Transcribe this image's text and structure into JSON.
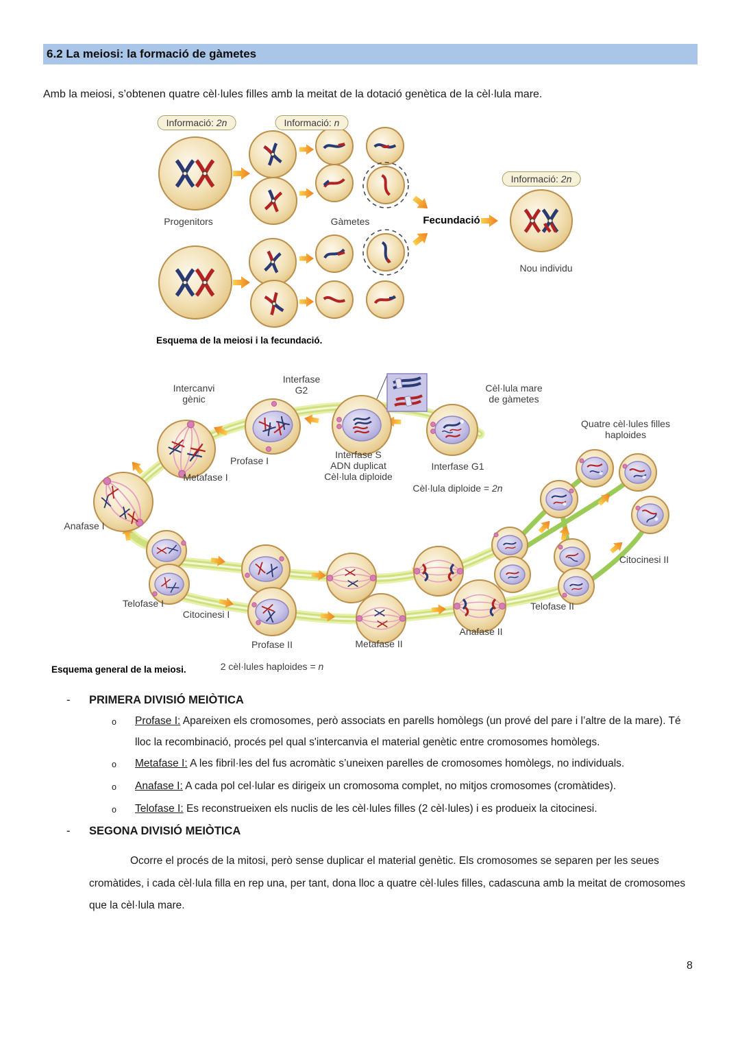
{
  "page": {
    "header_title": "6.2 La meiosi: la formació de gàmetes",
    "intro": "Amb la meiosi, s’obtenen quatre cèl·lules filles amb la meitat de la dotació genètica de la cèl·lula mare.",
    "page_number": "8"
  },
  "figure_meiosi_fecundacio": {
    "badge_progenitors": {
      "prefix": "Informació: ",
      "value": "2n"
    },
    "badge_gametes": {
      "prefix": "Informació: ",
      "value": "n"
    },
    "badge_nou_individu": {
      "prefix": "Informació: ",
      "value": "2n"
    },
    "label_progenitors": "Progenitors",
    "label_gametes": "Gàmetes",
    "label_fecundacio": "Fecundació",
    "label_nou_individu": "Nou individu",
    "caption": "Esquema de la meiosi i la fecundació."
  },
  "figure_meiosi_general": {
    "labels": {
      "intercanvi_genic": "Intercanvi\ngènic",
      "interfase_g2": "Interfase\nG2",
      "cellula_mare": "Cèl·lula mare\nde gàmetes",
      "quatre_filles": "Quatre cèl·lules filles\nhaploides",
      "profase_i": "Profase I",
      "metafase_i": "Metafase I",
      "interfase_s": "Interfase S\nADN duplicat\nCèl·lula diploide",
      "interfase_g1_line1": "Interfase G1",
      "interfase_g1_line2_prefix": "Cèl·lula diploide = ",
      "interfase_g1_line2_value": "2n",
      "anafase_i": "Anafase I",
      "telofase_i": "Telofase I",
      "citocinesi_i": "Citocinesi I",
      "profase_ii_line1": "Profase II",
      "profase_ii_line2_prefix": "2 cèl·lules haploides = ",
      "profase_ii_line2_value": "n",
      "metafase_ii": "Metafase II",
      "anafase_ii": "Anafase II",
      "telofase_ii": "Telofase II",
      "citocinesi_ii": "Citocinesi II"
    },
    "caption": "Esquema general de la meiosi."
  },
  "content": {
    "first_division": {
      "bullet": "-",
      "title": "PRIMERA DIVISIÓ MEIÒTICA",
      "items": [
        {
          "bullet": "o",
          "term": "Profase I:",
          "text": "Apareixen els cromosomes, però associats en parells homòlegs (un prové del pare i l’altre de la mare). Té lloc la recombinació, procés pel qual s'intercanvia el material genètic entre cromosomes homòlegs."
        },
        {
          "bullet": "o",
          "term": "Metafase I:",
          "text": "A les fibril·les del fus acromàtic s’uneixen parelles de cromosomes homòlegs, no individuals."
        },
        {
          "bullet": "o",
          "term": "Anafase I:",
          "text": "A cada pol cel·lular es dirigeix un cromosoma complet, no mitjos cromosomes (cromàtides)."
        },
        {
          "bullet": "o",
          "term": "Telofase I:",
          "text": "Es reconstrueixen els nuclis de les cèl·lules filles (2 cèl·lules) i es produeix la citocinesi."
        }
      ]
    },
    "second_division": {
      "bullet": "-",
      "title": "SEGONA DIVISIÓ MEIÒTICA",
      "paragraph": "Ocorre el procés de la mitosi, però sense duplicar el material genètic. Els cromosomes se separen per les seues cromàtides, i cada cèl·lula filla en rep una, per tant, dona lloc a quatre cèl·lules filles, cadascuna amb la meitat de cromosomes que la cèl·lula mare."
    }
  },
  "colors": {
    "header_bg": "#a9c6e8",
    "cell_border": "#bb8f4c",
    "nucleus_fill": "#c7c3e8",
    "chromosome_blue": "#2a3a74",
    "chromosome_red": "#b12423",
    "ribbon_green": "#cfe07e",
    "arrow_orange": "#ee7e1e"
  }
}
